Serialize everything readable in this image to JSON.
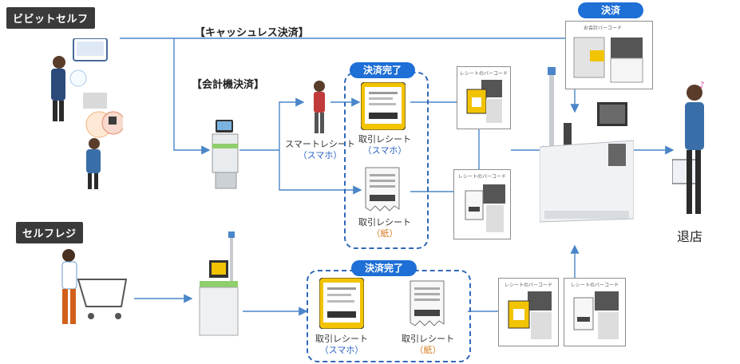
{
  "labels": {
    "bibit_self": "ビビットセルフ",
    "self_register": "セルフレジ",
    "cashless": "【キャッシュレス決済】",
    "register_payment": "【会計機決済】",
    "payment": "決済",
    "payment_done_1": "決済完了",
    "payment_done_2": "決済完了",
    "smart_receipt": "スマートレシート",
    "smart_receipt_sub": "（スマホ）",
    "trx_receipt": "取引レシート",
    "trx_sub_phone": "（スマホ）",
    "trx_sub_paper": "（紙）",
    "trx_receipt_b1": "取引レシート",
    "trx_receipt_b2": "取引レシート",
    "trx_sub_phone_b": "（スマホ）",
    "trx_sub_paper_b": "（紙）",
    "trx_receipt_paper": "取引レシート",
    "receipt_barcode_1": "レシートのバーコード",
    "receipt_barcode_2": "レシートのバーコード",
    "receipt_barcode_3": "レシートのバーコード",
    "receipt_barcode_4": "レシートのバーコード",
    "payment_barcode": "お会計バーコード",
    "exit": "退店"
  },
  "colors": {
    "arrow": "#4a86c8",
    "accent": "#1e6fd6",
    "dark_tag": "#3a3a3a",
    "orange": "#d77b1c"
  }
}
